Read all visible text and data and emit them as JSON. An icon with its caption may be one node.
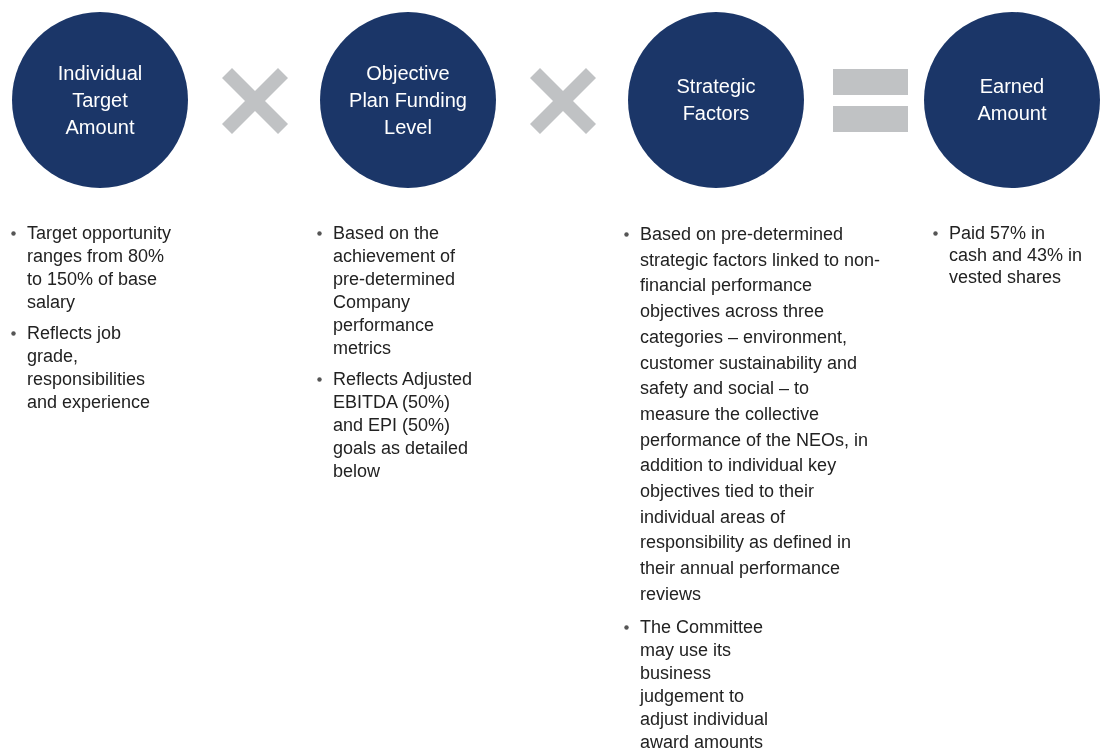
{
  "diagram": {
    "nodes": [
      {
        "text": [
          "Individual Target Amount"
        ],
        "beside": [
          "Target opportunity ranges from 80% to 150% of base salary",
          "Reflects job grade, responsibilities and experience"
        ]
      },
      {
        "text": [
          "Objective Plan Funding Level"
        ],
        "beside": [
          "Based on the achievement of pre-determined Company performance metrics",
          "Reflects Adjusted EBITDA (50%) and EPI (50%) goals as detailed below"
        ]
      },
      {
        "text": [
          "Strategic Factors"
        ],
        "beside": [
          "Based on pre-determined strategic factors linked to non-financial performance objectives across three categories – environment, customer sustainability and safety and social – to measure the collective performance of the NEOs, in addition to individual key objectives tied to their individual areas of responsibility as defined in their annual performance reviews",
          "The Committee may use its business judgement to adjust individual award amounts"
        ]
      },
      {
        "text": [
          "Earned Amount"
        ],
        "beside": [
          "Paid 57% in cash and 43% in vested shares"
        ]
      }
    ],
    "edges": []
  }
}
